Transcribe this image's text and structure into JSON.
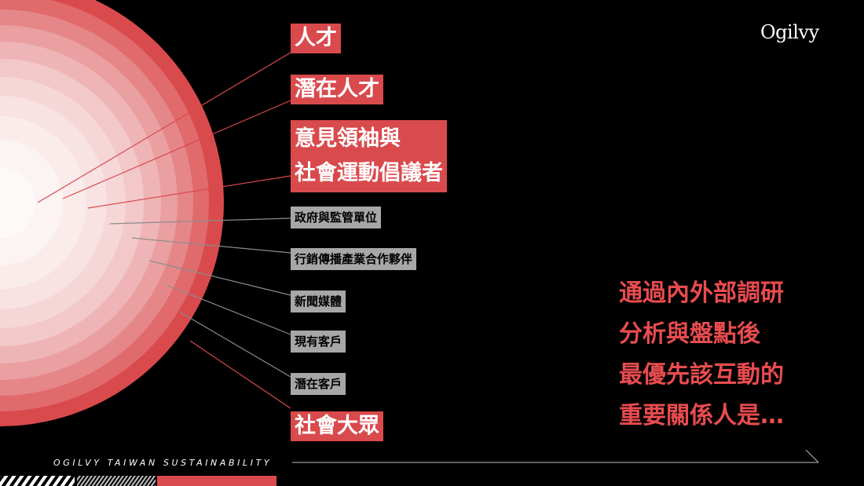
{
  "brand": {
    "logo_text": "Ogilvy",
    "footer_text": "OGILVY TAIWAN SUSTAINABILITY"
  },
  "colors": {
    "accent": "#d94a4d",
    "tagline": "#e84c4f",
    "grey_label": "#a7a7a7",
    "background": "#000000"
  },
  "stakeholders": [
    {
      "lines": [
        "人才"
      ],
      "style": "big"
    },
    {
      "lines": [
        "潛在人才"
      ],
      "style": "big"
    },
    {
      "lines": [
        "意見領袖與",
        "社會運動倡議者"
      ],
      "style": "big"
    },
    {
      "lines": [
        "政府與監管單位"
      ],
      "style": "small"
    },
    {
      "lines": [
        "行銷傳播產業合作夥伴"
      ],
      "style": "small"
    },
    {
      "lines": [
        "新聞媒體"
      ],
      "style": "small"
    },
    {
      "lines": [
        "現有客戶"
      ],
      "style": "small"
    },
    {
      "lines": [
        "潛在客戶"
      ],
      "style": "small"
    },
    {
      "lines": [
        "社會大眾"
      ],
      "style": "big"
    }
  ],
  "tagline": {
    "lines": [
      "通過內外部調研",
      "分析與盤點後",
      "最優先該互動的",
      "重要關係人是…"
    ]
  }
}
